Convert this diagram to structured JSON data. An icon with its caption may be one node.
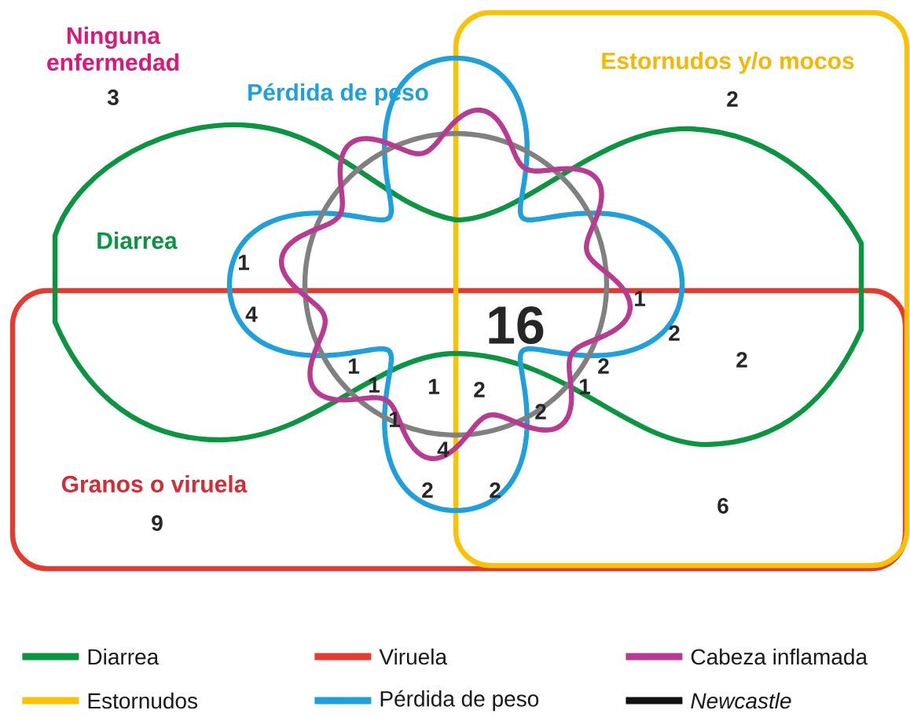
{
  "diagram": {
    "labels": [
      "Ninguna enfermedad",
      "Estornudos y/o mocos",
      "3",
      "Pérdida de peso",
      "2",
      "Diarrea",
      "1",
      "1",
      "4",
      "2",
      "16",
      "1",
      "2",
      "1",
      "2",
      "1",
      "1",
      "2",
      "1",
      "2",
      "4",
      "Granos o viruela",
      "2",
      "2",
      "6",
      "9"
    ],
    "legend": [
      {
        "text": "Diarrea",
        "color": "#0a9640"
      },
      {
        "text": "Viruela",
        "color": "#e8392f"
      },
      {
        "text": "Cabeza inflamada",
        "color": "#b83a93"
      },
      {
        "text": "Estornudos",
        "color": "#fcc200"
      },
      {
        "text": "Pérdida de peso",
        "color": "#1ea0dc"
      },
      {
        "text": "Newcastle",
        "color": "#111111"
      }
    ]
  }
}
